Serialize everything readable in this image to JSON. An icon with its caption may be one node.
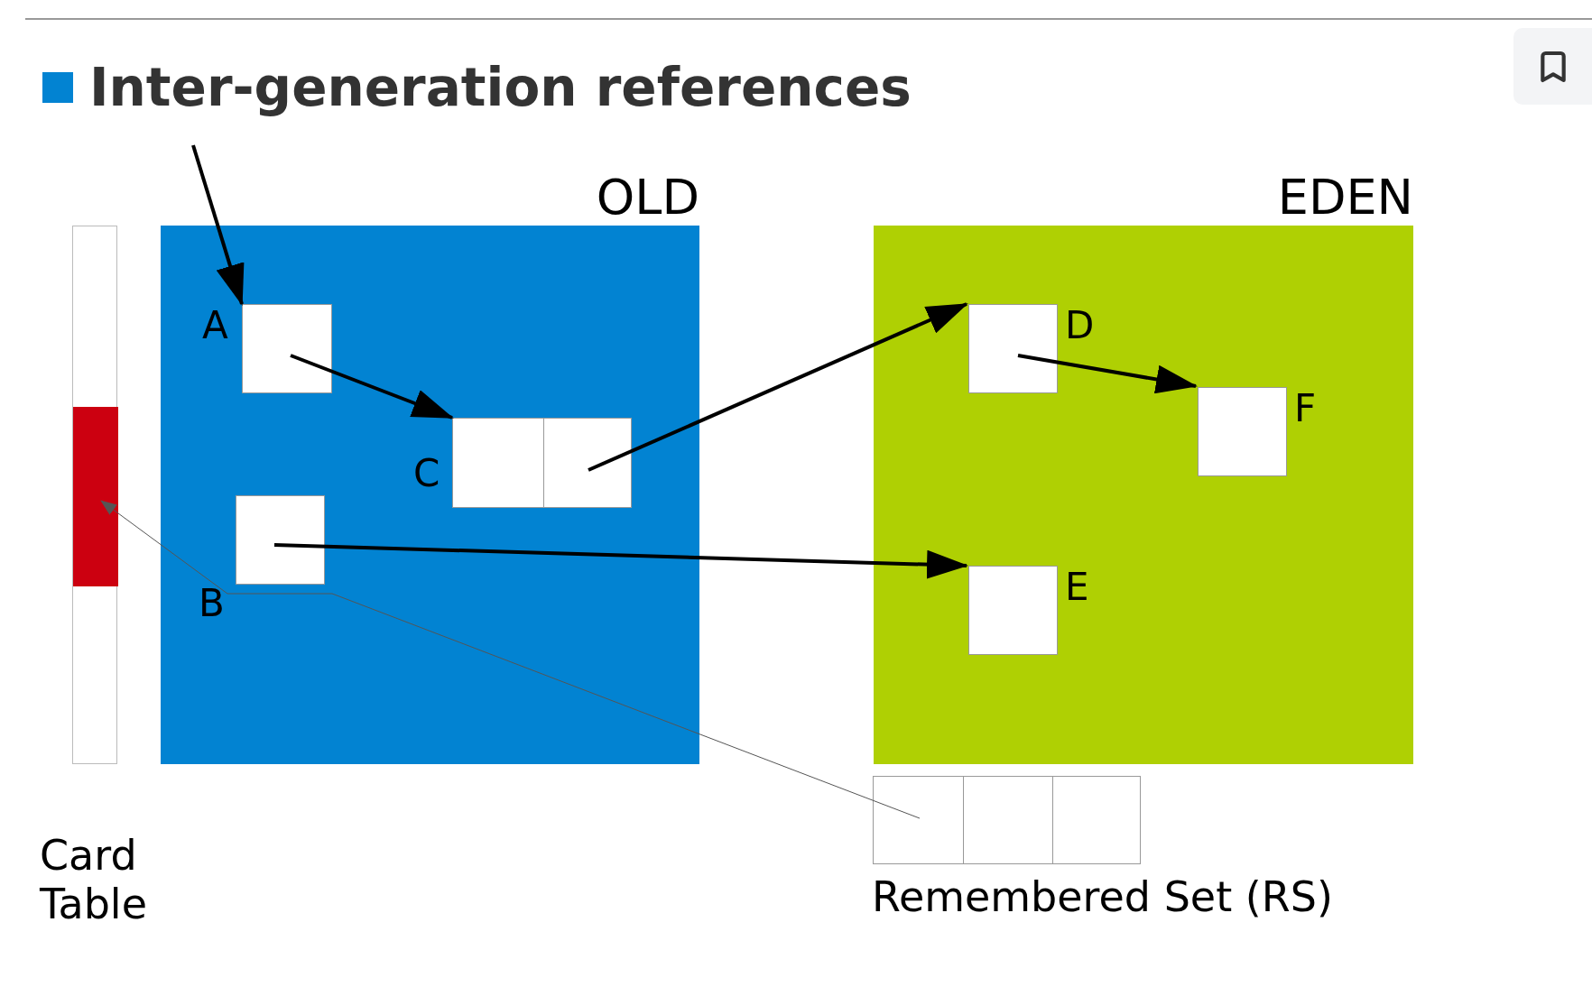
{
  "diagram": {
    "title": "Inter-generation references",
    "nodes": [
      {
        "text": [
          "Card Table"
        ]
      },
      {
        "text": [],
        "shape": "bar",
        "in": 0
      },
      {
        "text": [
          "OLD"
        ]
      },
      {
        "text": [
          "A"
        ],
        "in": 2
      },
      {
        "text": [
          "C"
        ],
        "in": 2
      },
      {
        "text": [
          "B"
        ],
        "in": 2
      },
      {
        "text": [
          "EDEN"
        ]
      },
      {
        "text": [
          "D"
        ],
        "in": 6
      },
      {
        "text": [
          "F"
        ],
        "in": 6
      },
      {
        "text": [
          "E"
        ],
        "in": 6
      },
      {
        "text": [
          "Remembered Set (RS)"
        ]
      }
    ],
    "edges": [
      {
        "from": null,
        "to": 3,
        "arrow": "to"
      },
      {
        "from": 3,
        "to": 4,
        "arrow": "to"
      },
      {
        "from": 4,
        "to": 7,
        "arrow": "to"
      },
      {
        "from": 7,
        "to": 8,
        "arrow": "to"
      },
      {
        "from": 5,
        "to": 9,
        "arrow": "to"
      },
      {
        "from": 10,
        "to": 1,
        "arrow": "to",
        "color": "#555555"
      }
    ]
  }
}
